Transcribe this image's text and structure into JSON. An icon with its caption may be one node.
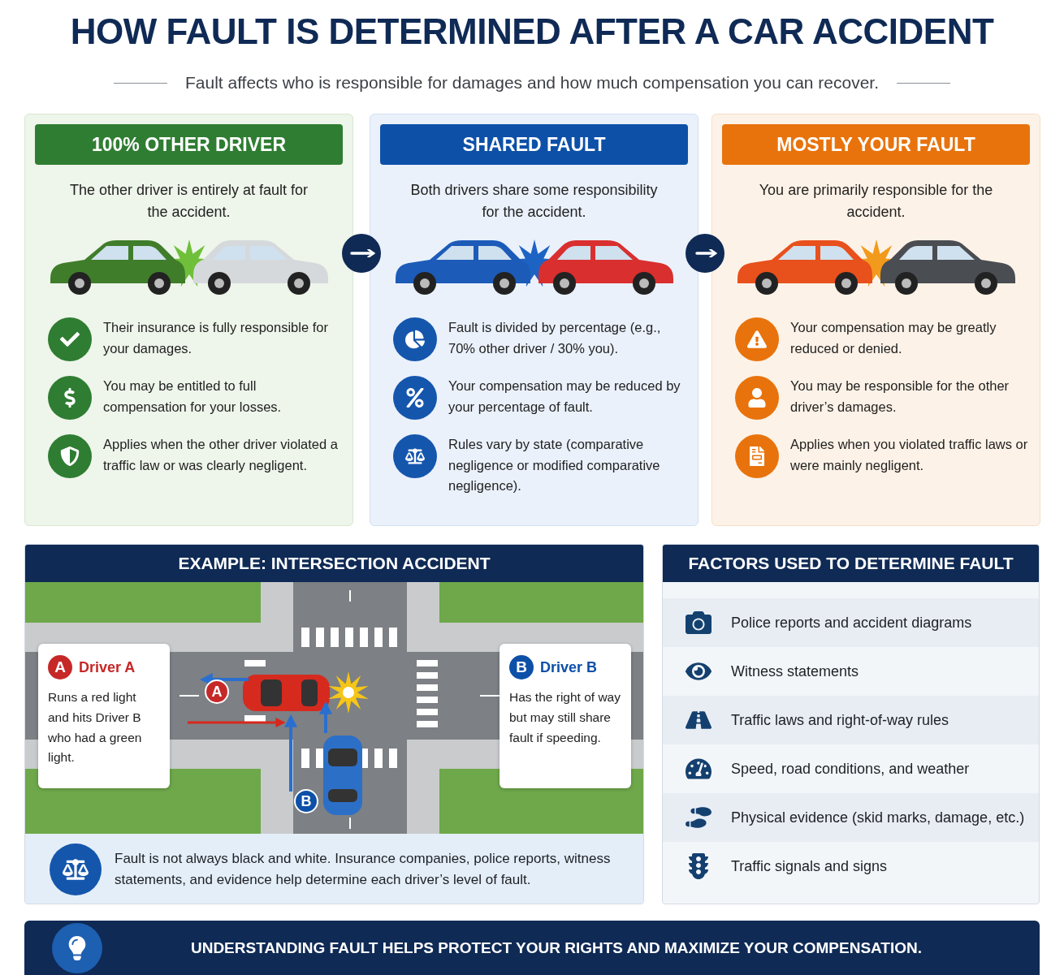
{
  "diagram": {
    "title": "HOW FAULT IS DETERMINED AFTER A CAR ACCIDENT",
    "nodes": [
      {
        "text": [
          "100% OTHER DRIVER",
          "The other driver is entirely at fault for the accident."
        ]
      },
      {
        "text": [
          "Their insurance is fully responsible for your damages."
        ],
        "in": 0
      },
      {
        "text": [
          "You may be entitled to full compensation for your losses."
        ],
        "in": 0
      },
      {
        "text": [
          "Applies when the other driver violated a traffic law or was clearly negligent."
        ],
        "in": 0
      },
      {
        "text": [
          "SHARED FAULT",
          "Both drivers share some responsibility for the accident."
        ]
      },
      {
        "text": [
          "Fault is divided by percentage (e.g., 70% other driver / 30% you)."
        ],
        "in": 4
      },
      {
        "text": [
          "Your compensation may be reduced by your percentage of fault."
        ],
        "in": 4
      },
      {
        "text": [
          "Rules vary by state (comparative negligence or modified comparative negligence)."
        ],
        "in": 4
      },
      {
        "text": [
          "MOSTLY YOUR FAULT",
          "You are primarily responsible for the accident."
        ]
      },
      {
        "text": [
          "Your compensation may be greatly reduced or denied."
        ],
        "in": 8
      },
      {
        "text": [
          "You may be responsible for the other driver’s damages."
        ],
        "in": 8
      },
      {
        "text": [
          "Applies when you violated traffic laws or were mainly negligent."
        ],
        "in": 8
      },
      {
        "text": [
          "EXAMPLE: INTERSECTION ACCIDENT"
        ]
      },
      {
        "text": [
          "A",
          "Driver A",
          "Runs a red light and hits Driver B who had a green light."
        ],
        "in": 12
      },
      {
        "text": [
          "B",
          "Driver B",
          "Has the right of way but may still share fault if speeding."
        ],
        "in": 12
      },
      {
        "text": [
          "Fault is not always black and white. Insurance companies, police reports, witness statements, and evidence help determine each driver’s level of fault."
        ],
        "in": 12
      },
      {
        "text": [
          "FACTORS USED TO DETERMINE FAULT"
        ]
      },
      {
        "text": [
          "Police reports and accident diagrams"
        ],
        "in": 16
      },
      {
        "text": [
          "Witness statements"
        ],
        "in": 16
      },
      {
        "text": [
          "Traffic laws and right-of-way rules"
        ],
        "in": 16
      },
      {
        "text": [
          "Speed, road conditions, and weather"
        ],
        "in": 16
      },
      {
        "text": [
          "Physical evidence (skid marks, damage, etc.)"
        ],
        "in": 16
      },
      {
        "text": [
          "Traffic signals and signs"
        ],
        "in": 16
      },
      {
        "text": [
          "UNDERSTANDING FAULT HELPS PROTECT YOUR RIGHTS AND MAXIMIZE YOUR COMPENSATION."
        ]
      }
    ],
    "edges": [
      {
        "from": 0,
        "to": 4,
        "arrow": "to"
      },
      {
        "from": 4,
        "to": 8,
        "arrow": "to"
      }
    ],
    "labels": [
      "Fault affects who is responsible for damages and how much compensation you can recover.",
      "A",
      "B"
    ]
  }
}
